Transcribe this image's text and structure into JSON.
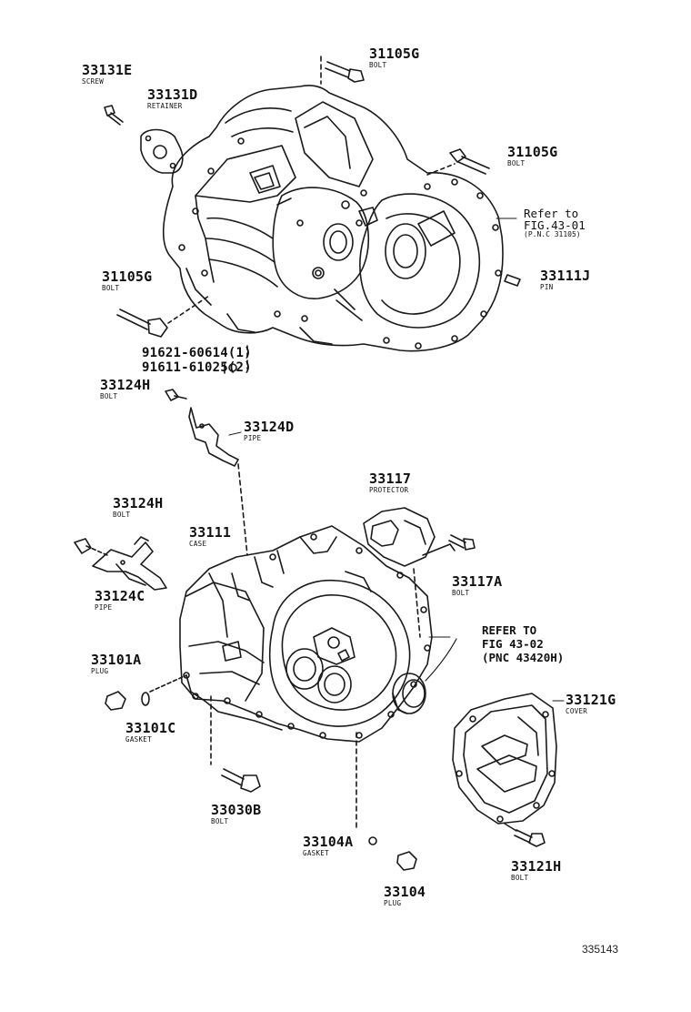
{
  "parts": {
    "p33131E": {
      "number": "33131E",
      "name": "SCREW"
    },
    "p33131D": {
      "number": "33131D",
      "name": "RETAINER"
    },
    "p31105G_top": {
      "number": "31105G",
      "name": "BOLT"
    },
    "p31105G_right": {
      "number": "31105G",
      "name": "BOLT"
    },
    "p31105G_left": {
      "number": "31105G",
      "name": "BOLT"
    },
    "p33111J": {
      "number": "33111J",
      "name": "PIN"
    },
    "p91621": {
      "number": "91621-60614(1)"
    },
    "p91611": {
      "number": "91611-61025(2)"
    },
    "p33124H_top": {
      "number": "33124H",
      "name": "BOLT"
    },
    "p33124D": {
      "number": "33124D",
      "name": "PIPE"
    },
    "p33124H_mid": {
      "number": "33124H",
      "name": "BOLT"
    },
    "p33111": {
      "number": "33111",
      "name": "CASE"
    },
    "p33124C": {
      "number": "33124C",
      "name": "PIPE"
    },
    "p33117": {
      "number": "33117",
      "name": "PROTECTOR"
    },
    "p33117A": {
      "number": "33117A",
      "name": "BOLT"
    },
    "p33101A": {
      "number": "33101A",
      "name": "PLUG"
    },
    "p33101C": {
      "number": "33101C",
      "name": "GASKET"
    },
    "p33121G": {
      "number": "33121G",
      "name": "COVER"
    },
    "p33030B": {
      "number": "33030B",
      "name": "BOLT"
    },
    "p33104A": {
      "number": "33104A",
      "name": "GASKET"
    },
    "p33121H": {
      "number": "33121H",
      "name": "BOLT"
    },
    "p33104": {
      "number": "33104",
      "name": "PLUG"
    }
  },
  "refs": {
    "upper": {
      "line1": "Refer to",
      "line2": "FIG.43-01",
      "line3": "(P.N.C 31105)"
    },
    "lower": {
      "line1": "REFER TO",
      "line2": "FIG 43-02",
      "line3": "(PNC 43420H)"
    }
  },
  "figure_number": "335143"
}
